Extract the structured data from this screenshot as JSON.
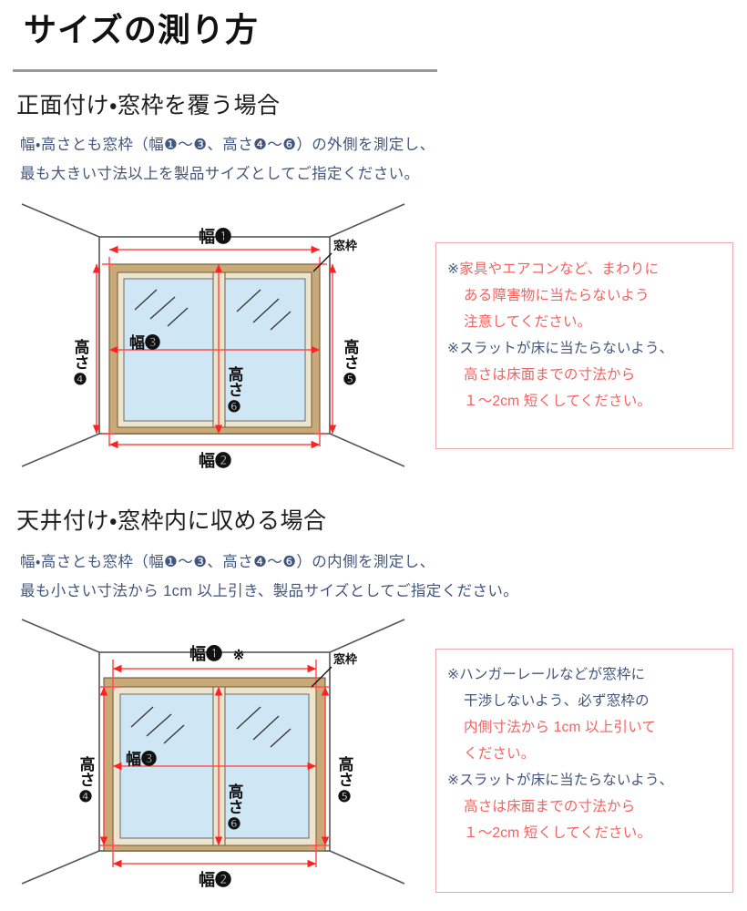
{
  "page": {
    "title": "サイズの測り方"
  },
  "sections": [
    {
      "heading": "正面付け・窓枠を覆う場合",
      "desc_line1": "幅・高さとも窓枠（幅❶〜❸、高さ❹〜❻）の外側を測定し、",
      "desc_line2": "最も大きい寸法以上を製品サイズとしてご指定ください。",
      "diagram": {
        "label_width_top": "幅❶",
        "label_width_top_mark": "",
        "label_width_bottom": "幅❷",
        "label_width_inner": "幅❸",
        "label_height_left": "高さ",
        "label_height_left_num": "❹",
        "label_height_right": "高さ",
        "label_height_right_num": "❺",
        "label_height_center": "高さ",
        "label_height_center_num": "❻",
        "label_frame": "窓枠"
      },
      "note": {
        "lines": [
          {
            "mark": "※",
            "text": "家具やエアコンなど、まわりに",
            "indent": false,
            "color": "red"
          },
          {
            "mark": "",
            "text": "ある障害物に当たらないよう",
            "indent": true,
            "color": "red"
          },
          {
            "mark": "",
            "text": "注意してください。",
            "indent": true,
            "color": "red"
          },
          {
            "mark": "※",
            "text": "スラットが床に当たらないよう、",
            "indent": false,
            "color": "dark"
          },
          {
            "mark": "",
            "text": "高さは床面までの寸法から",
            "indent": true,
            "color": "red"
          },
          {
            "mark": "",
            "text": "１〜2cm 短くしてください。",
            "indent": true,
            "color": "red"
          }
        ]
      }
    },
    {
      "heading": "天井付け・窓枠内に収める場合",
      "desc_line1": "幅・高さとも窓枠（幅❶〜❸、高さ❹〜❻）の内側を測定し、",
      "desc_line2": "最も小さい寸法から 1cm 以上引き、製品サイズとしてご指定ください。",
      "diagram": {
        "label_width_top": "幅❶",
        "label_width_top_mark": "※",
        "label_width_bottom": "幅❷",
        "label_width_inner": "幅❸",
        "label_height_left": "高さ",
        "label_height_left_num": "❹",
        "label_height_right": "高さ",
        "label_height_right_num": "❺",
        "label_height_center": "高さ",
        "label_height_center_num": "❻",
        "label_frame": "窓枠"
      },
      "note": {
        "lines": [
          {
            "mark": "※",
            "text": "ハンガーレールなどが窓枠に",
            "indent": false,
            "color": "dark"
          },
          {
            "mark": "",
            "text": "干渉しないよう、必ず窓枠の",
            "indent": true,
            "color": "mixed"
          },
          {
            "mark": "",
            "text": "内側寸法から 1cm 以上引いて",
            "indent": true,
            "color": "red"
          },
          {
            "mark": "",
            "text": "ください。",
            "indent": true,
            "color": "red"
          },
          {
            "mark": "※",
            "text": "スラットが床に当たらないよう、",
            "indent": false,
            "color": "dark"
          },
          {
            "mark": "",
            "text": "高さは床面までの寸法から",
            "indent": true,
            "color": "red"
          },
          {
            "mark": "",
            "text": "１〜2cm 短くしてください。",
            "indent": true,
            "color": "red"
          }
        ]
      }
    }
  ],
  "colors": {
    "title_text": "#111111",
    "body_text": "#41557d",
    "note_red": "#f4615e",
    "note_border": "#f0a8ae",
    "dimension_line": "#ff4d4d",
    "frame_outer": "#c9a978",
    "frame_inner": "#e8e0c8",
    "glass": "#cfe7f5",
    "wall_line": "#555555"
  }
}
